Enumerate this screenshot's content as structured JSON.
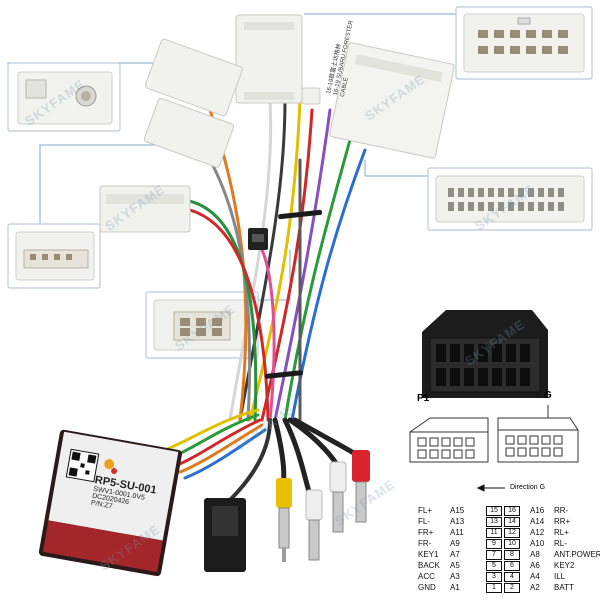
{
  "watermark": "SKYFAME",
  "colors": {
    "accent_line": "#7fa9c9",
    "box_border": "#b9cbd8",
    "connector_white": "#f1f1ee",
    "module_red": "#a3262a"
  },
  "module": {
    "model": "RP5-SU-001",
    "lines": [
      "SWV1-0001.0V5",
      "DC2020426",
      "P/N:Z7"
    ]
  },
  "big_connector_label": [
    "16-19款富士达格林",
    "16-19 SUBARU FORESTER",
    "CABLE"
  ],
  "pinout": {
    "p1_label": "P1",
    "g_label": "G",
    "direction_label": "Direction G",
    "rows": [
      {
        "left_label": "FL+",
        "left_pin": "A15",
        "n1": "15",
        "n2": "16",
        "right_pin": "A16",
        "right_label": "RR-"
      },
      {
        "left_label": "FL-",
        "left_pin": "A13",
        "n1": "13",
        "n2": "14",
        "right_pin": "A14",
        "right_label": "RR+"
      },
      {
        "left_label": "FR+",
        "left_pin": "A11",
        "n1": "11",
        "n2": "12",
        "right_pin": "A12",
        "right_label": "RL+"
      },
      {
        "left_label": "FR-",
        "left_pin": "A9",
        "n1": "9",
        "n2": "10",
        "right_pin": "A10",
        "right_label": "RL-"
      },
      {
        "left_label": "KEY1",
        "left_pin": "A7",
        "n1": "7",
        "n2": "8",
        "right_pin": "A8",
        "right_label": "ANT.POWER"
      },
      {
        "left_label": "BACK",
        "left_pin": "A5",
        "n1": "5",
        "n2": "6",
        "right_pin": "A6",
        "right_label": "KEY2"
      },
      {
        "left_label": "ACC",
        "left_pin": "A3",
        "n1": "3",
        "n2": "4",
        "right_pin": "A4",
        "right_label": "ILL"
      },
      {
        "left_label": "GND",
        "left_pin": "A1",
        "n1": "1",
        "n2": "2",
        "right_pin": "A2",
        "right_label": "BATT"
      }
    ]
  }
}
